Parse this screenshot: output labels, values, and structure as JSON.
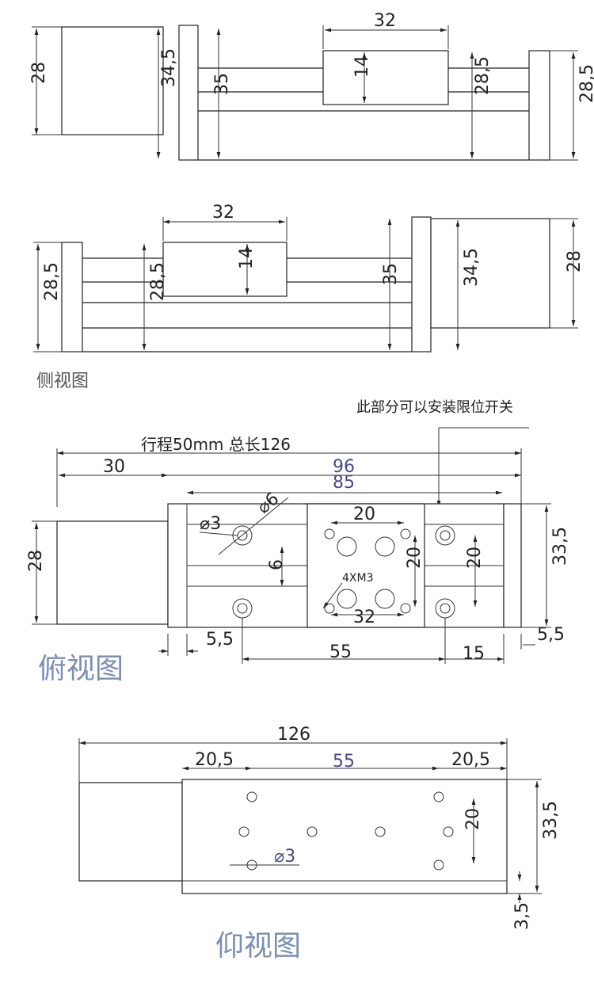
{
  "side_view_1": {
    "dims": {
      "d28": "28",
      "d34_5": "34,5",
      "d35": "35",
      "d32": "32",
      "d14": "14",
      "d28_5a": "28,5",
      "d28_5b": "28,5"
    }
  },
  "side_view_2": {
    "dims": {
      "d28_5a": "28,5",
      "d32": "32",
      "d28_5b": "28,5",
      "d14": "14",
      "d35": "35",
      "d34_5": "34,5",
      "d28": "28"
    }
  },
  "side_view_label": "侧视图",
  "top_view": {
    "note": "此部分可以安装限位开关",
    "stroke_label": "行程50mm 总长126",
    "dims": {
      "d30": "30",
      "d96": "96",
      "d85": "85",
      "d6phi": "⌀6",
      "d3phi": "⌀3",
      "d20a": "20",
      "d28": "28",
      "d6": "6",
      "d20b": "20",
      "d20c": "20",
      "d33_5": "33,5",
      "d4xm3": "4XM3",
      "d32": "32",
      "d5_5a": "5,5",
      "d55": "55",
      "d15": "15",
      "d5_5b": "5,5"
    },
    "title": "俯视图"
  },
  "bottom_view": {
    "dims": {
      "d126": "126",
      "d20_5a": "20,5",
      "d55": "55",
      "d20_5b": "20,5",
      "d20": "20",
      "d33_5": "33,5",
      "d3phi": "⌀3",
      "d3_5": "3,5"
    },
    "title": "仰视图"
  }
}
